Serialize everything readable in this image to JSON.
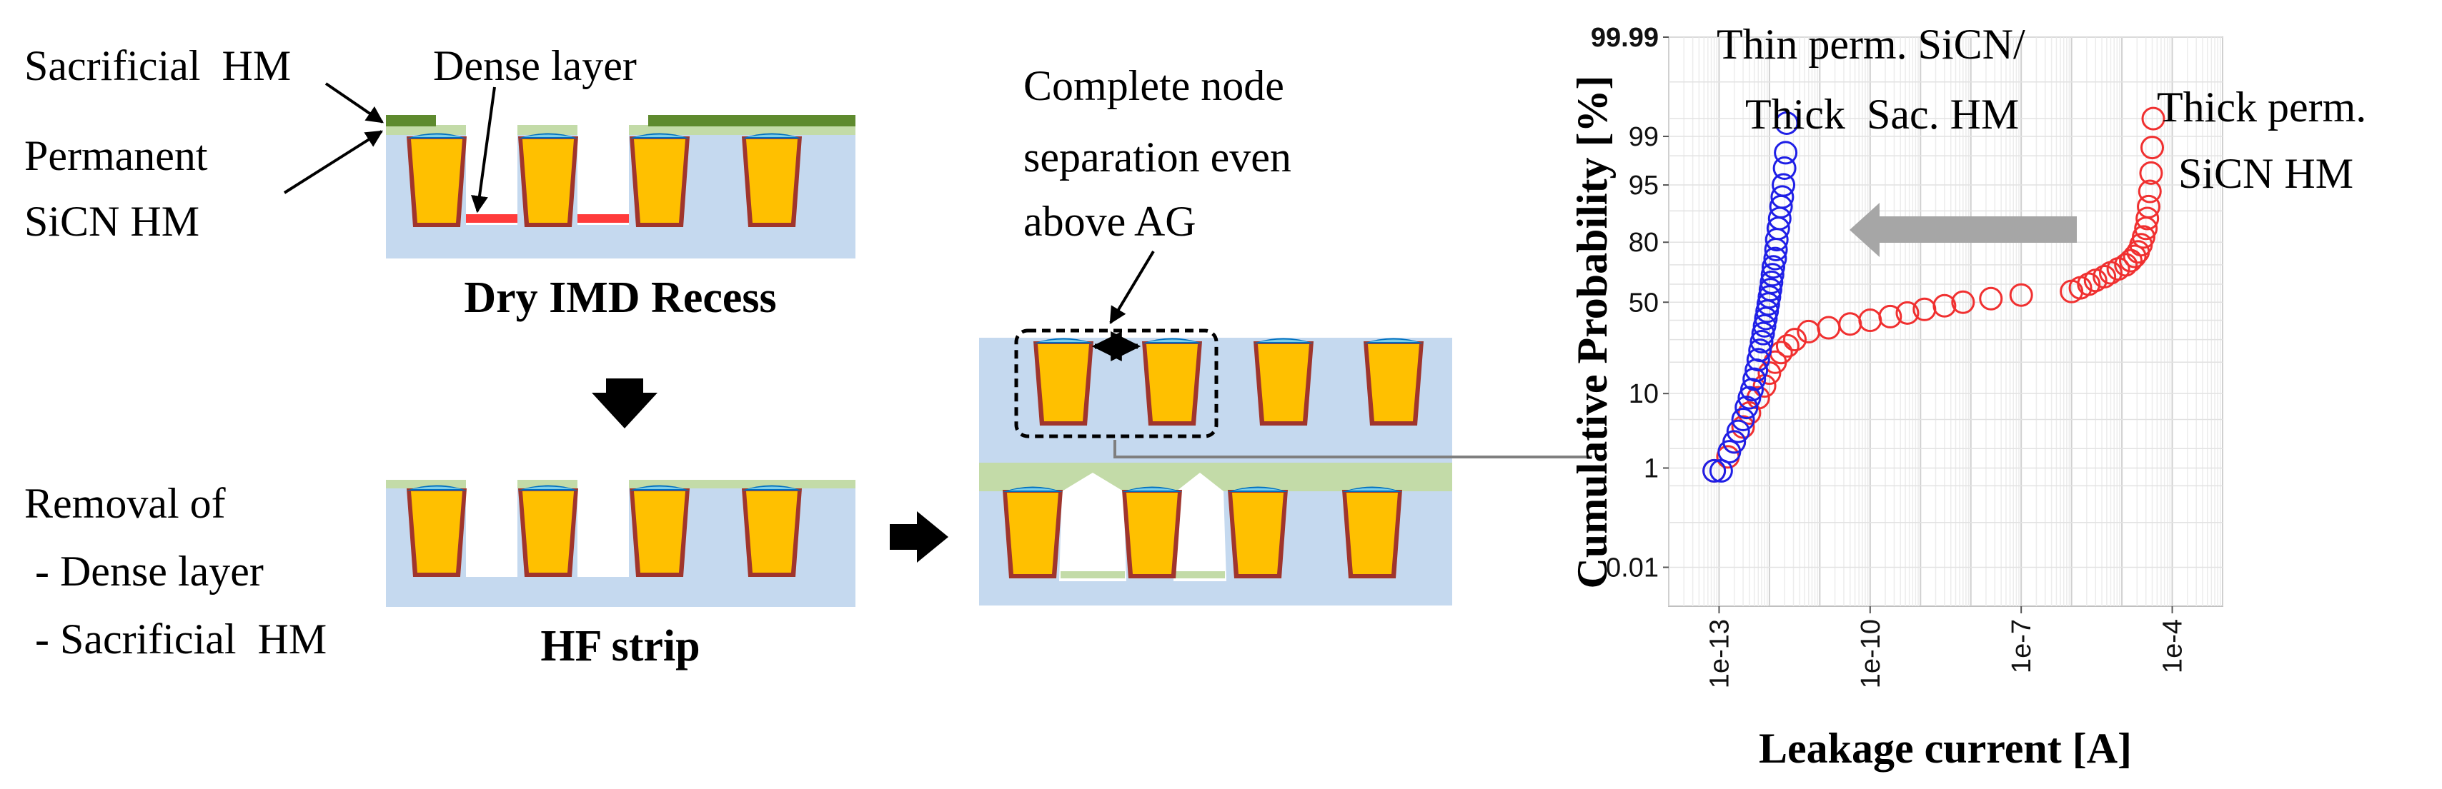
{
  "colors": {
    "oxide": "#c5d9ef",
    "metal": "#ffc000",
    "liner": "#a0352c",
    "cap": "#0070c0",
    "cap_top": "#7ecfe8",
    "sacrificial": "#5e8a2e",
    "permanent": "#c3dba8",
    "dense": "#ff3b3b",
    "arrow_gray": "#a6a6a6",
    "blue_series": "#1f1fe6",
    "red_series": "#f03030"
  },
  "labels": {
    "sacrificial_hm": "Sacrificial  HM",
    "dense_layer": "Dense layer",
    "permanent_1": "Permanent",
    "permanent_2": "SiCN HM",
    "dry_imd": "Dry IMD Recess",
    "removal_1": "Removal of",
    "removal_2": " - Dense layer",
    "removal_3": " - Sacrificial  HM",
    "hf_strip": "HF strip",
    "complete_1": "Complete node",
    "complete_2": "separation even",
    "complete_3": "above AG"
  },
  "chart_data": {
    "type": "scatter",
    "xlabel": "Leakage current [A]",
    "ylabel": "Cumulative Probability [%]",
    "x_scale": "log",
    "y_scale": "probability",
    "xlim": [
      1e-14,
      0.001
    ],
    "ylim": [
      0.001,
      99.99
    ],
    "x_ticks": [
      {
        "value": 1e-13,
        "label": "1e-13"
      },
      {
        "value": 1e-10,
        "label": "1e-10"
      },
      {
        "value": 1e-07,
        "label": "1e-7"
      },
      {
        "value": 0.0001,
        "label": "1e-4"
      }
    ],
    "y_ticks": [
      {
        "value": 99.99,
        "label": "99.99"
      },
      {
        "value": 99,
        "label": "99"
      },
      {
        "value": 95,
        "label": "95"
      },
      {
        "value": 80,
        "label": "80"
      },
      {
        "value": 50,
        "label": "50"
      },
      {
        "value": 10,
        "label": "10"
      },
      {
        "value": 1,
        "label": "1"
      },
      {
        "value": 0.01,
        "label": "0.01"
      }
    ],
    "grid": true,
    "annotations": [
      {
        "text": "Thin perm. SiCN/",
        "series": 0
      },
      {
        "text": "Thick  Sac. HM",
        "series": 0
      },
      {
        "text": "Thick perm.",
        "series": 1
      },
      {
        "text": "SiCN HM",
        "series": 1
      }
    ],
    "series": [
      {
        "color": "#1f1fe6",
        "points": [
          [
            8e-14,
            0.9
          ],
          [
            1.1e-13,
            0.9
          ],
          [
            1.6e-13,
            1.8
          ],
          [
            2e-13,
            2.5
          ],
          [
            2.4e-13,
            3.5
          ],
          [
            3e-13,
            5
          ],
          [
            3.5e-13,
            7
          ],
          [
            4e-13,
            9
          ],
          [
            4.5e-13,
            11
          ],
          [
            5e-13,
            14
          ],
          [
            5.5e-13,
            17
          ],
          [
            6e-13,
            21
          ],
          [
            6.5e-13,
            25
          ],
          [
            7e-13,
            29
          ],
          [
            7.5e-13,
            33
          ],
          [
            8e-13,
            37
          ],
          [
            8.5e-13,
            41
          ],
          [
            9e-13,
            45
          ],
          [
            9.5e-13,
            49
          ],
          [
            1e-12,
            53
          ],
          [
            1.05e-12,
            57
          ],
          [
            1.1e-12,
            61
          ],
          [
            1.15e-12,
            65
          ],
          [
            1.2e-12,
            69
          ],
          [
            1.3e-12,
            73
          ],
          [
            1.35e-12,
            77
          ],
          [
            1.4e-12,
            81
          ],
          [
            1.5e-12,
            85
          ],
          [
            1.6e-12,
            88
          ],
          [
            1.7e-12,
            91
          ],
          [
            1.8e-12,
            93
          ],
          [
            1.9e-12,
            95
          ],
          [
            2e-12,
            97
          ],
          [
            2.1e-12,
            98.2
          ],
          [
            2.2e-12,
            99.4
          ]
        ]
      },
      {
        "color": "#f03030",
        "points": [
          [
            8e-14,
            0.9
          ],
          [
            1.5e-13,
            1.5
          ],
          [
            2e-13,
            2.5
          ],
          [
            3e-13,
            4
          ],
          [
            4e-13,
            6
          ],
          [
            6e-13,
            9
          ],
          [
            8e-13,
            12
          ],
          [
            1e-12,
            16
          ],
          [
            1.3e-12,
            20
          ],
          [
            1.7e-12,
            24
          ],
          [
            2.3e-12,
            27
          ],
          [
            3.2e-12,
            30
          ],
          [
            6e-12,
            34
          ],
          [
            1.5e-11,
            36
          ],
          [
            4e-11,
            38
          ],
          [
            1e-10,
            40
          ],
          [
            2.5e-10,
            42
          ],
          [
            5.5e-10,
            44
          ],
          [
            1.2e-09,
            46
          ],
          [
            3e-09,
            48
          ],
          [
            7e-09,
            50
          ],
          [
            2.5e-08,
            52
          ],
          [
            1e-07,
            54
          ],
          [
            1e-06,
            56
          ],
          [
            1.5e-06,
            58
          ],
          [
            2.2e-06,
            60
          ],
          [
            3e-06,
            62
          ],
          [
            4.5e-06,
            64
          ],
          [
            6e-06,
            66
          ],
          [
            8.5e-06,
            68
          ],
          [
            1.2e-05,
            70
          ],
          [
            1.5e-05,
            72
          ],
          [
            1.8e-05,
            74
          ],
          [
            2.1e-05,
            76
          ],
          [
            2.4e-05,
            79
          ],
          [
            2.7e-05,
            82
          ],
          [
            3e-05,
            85
          ],
          [
            3.2e-05,
            88
          ],
          [
            3.4e-05,
            91
          ],
          [
            3.6e-05,
            94
          ],
          [
            3.8e-05,
            96.5
          ],
          [
            4e-05,
            98.5
          ],
          [
            4.2e-05,
            99.5
          ]
        ]
      }
    ]
  }
}
